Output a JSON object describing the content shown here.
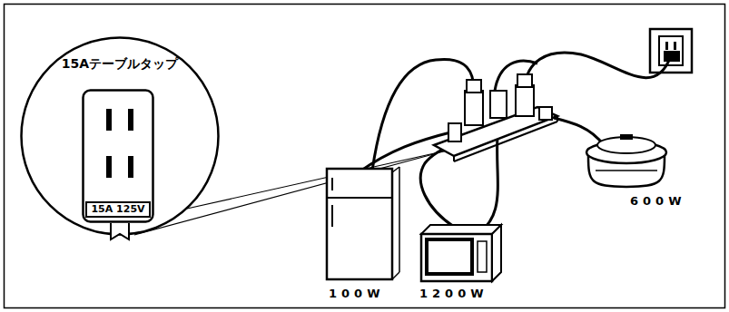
{
  "diagram": {
    "nodes": [
      {
        "text": [
          "15Aテーブルタップ"
        ]
      },
      {
        "text": [
          "15A 125V"
        ],
        "in": 0
      }
    ],
    "labels": [
      "100W",
      "1200W",
      "600W"
    ]
  }
}
